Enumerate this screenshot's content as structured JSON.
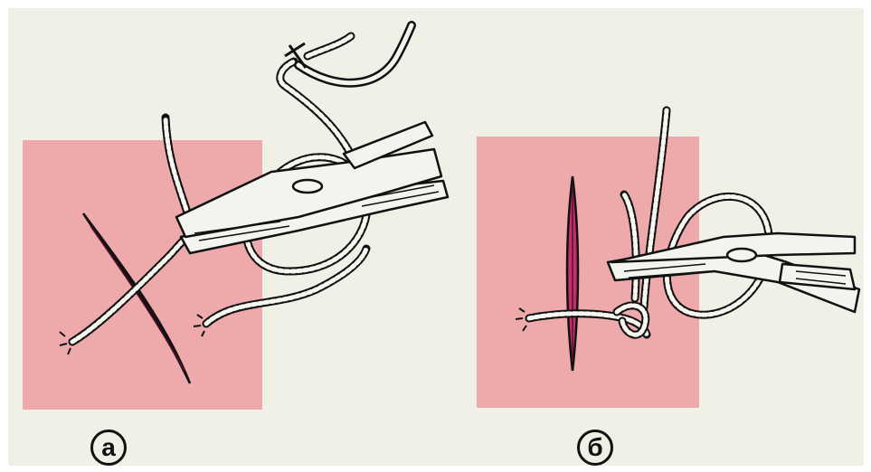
{
  "figure": {
    "panels": [
      {
        "id": "a",
        "label": "а"
      },
      {
        "id": "b",
        "label": "б"
      }
    ],
    "colors": {
      "background": "#f1f0e6",
      "skin": "#eeaaaa",
      "wound": "#c0306a",
      "ink": "#111111",
      "instrument_fill": "#f4f4ee"
    }
  }
}
